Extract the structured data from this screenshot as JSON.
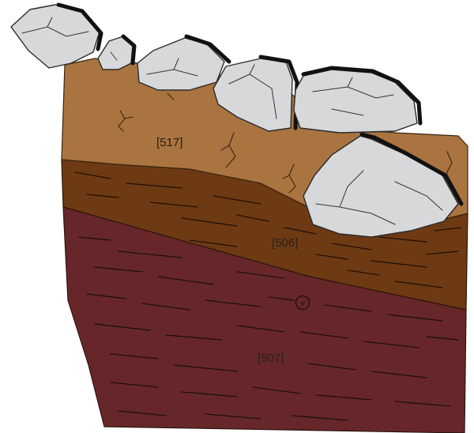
{
  "layers": [
    {
      "id": "context-517",
      "label": "[517]",
      "color": "#a97440"
    },
    {
      "id": "context-506",
      "label": "[506]",
      "color": "#6e3a14"
    },
    {
      "id": "context-507",
      "label": "[507]",
      "color": "#67272a"
    }
  ],
  "stone_color": "#d7d8da",
  "marker_symbol": "v"
}
